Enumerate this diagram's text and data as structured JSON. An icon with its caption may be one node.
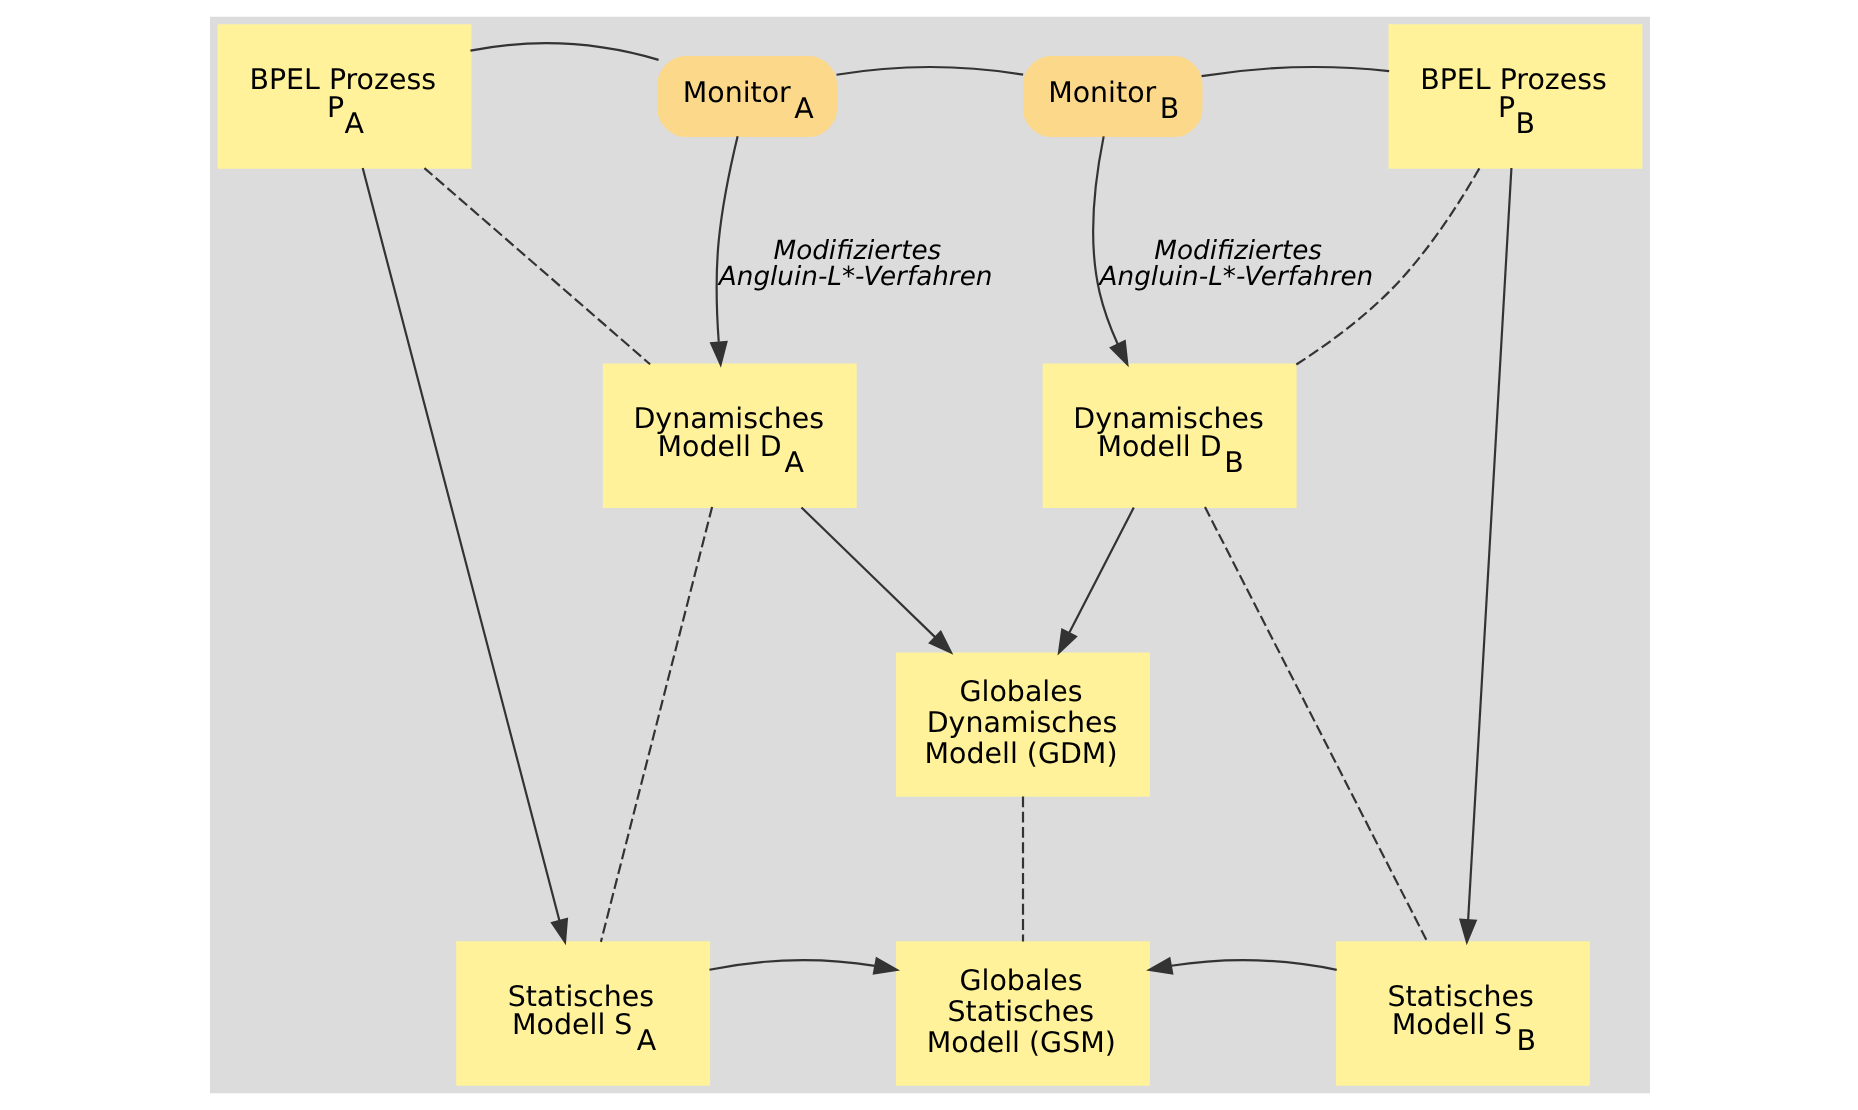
{
  "diagram": {
    "nodes": [
      {
        "text": [
          "BPEL Prozess P$_{A}$"
        ]
      },
      {
        "text": [
          "Monitor$_{A}$"
        ]
      },
      {
        "text": [
          "Monitor$_{B}$"
        ]
      },
      {
        "text": [
          "BPEL Prozess P$_{B}$"
        ]
      },
      {
        "text": [
          "Dynamisches Modell D$_{A}$"
        ]
      },
      {
        "text": [
          "Dynamisches Modell D$_{B}$"
        ]
      },
      {
        "text": [
          "Globales Dynamisches Modell (GDM)"
        ]
      },
      {
        "text": [
          "Statisches Modell S$_{A}$"
        ]
      },
      {
        "text": [
          "Globales Statisches Modell (GSM)"
        ]
      },
      {
        "text": [
          "Statisches Modell S$_{B}$"
        ]
      }
    ],
    "edges": [
      {
        "from": 0,
        "to": 1,
        "arrow": "none"
      },
      {
        "from": 1,
        "to": 2,
        "arrow": "none"
      },
      {
        "from": 2,
        "to": 3,
        "arrow": "none"
      },
      {
        "from": 1,
        "to": 4,
        "arrow": "to",
        "label": "Modifiziertes Angluin-L*-Verfahren"
      },
      {
        "from": 2,
        "to": 5,
        "arrow": "to",
        "label": "Modifiziertes Angluin-L*-Verfahren"
      },
      {
        "from": 0,
        "to": 4,
        "arrow": "none",
        "style": "dashed"
      },
      {
        "from": 3,
        "to": 5,
        "arrow": "none",
        "style": "dashed"
      },
      {
        "from": 0,
        "to": 7,
        "arrow": "to"
      },
      {
        "from": 3,
        "to": 9,
        "arrow": "to"
      },
      {
        "from": 4,
        "to": 6,
        "arrow": "to"
      },
      {
        "from": 5,
        "to": 6,
        "arrow": "to"
      },
      {
        "from": 4,
        "to": 7,
        "arrow": "none",
        "style": "dashed"
      },
      {
        "from": 5,
        "to": 9,
        "arrow": "none",
        "style": "dashed"
      },
      {
        "from": 6,
        "to": 8,
        "arrow": "none",
        "style": "dashed"
      },
      {
        "from": 7,
        "to": 8,
        "arrow": "to"
      },
      {
        "from": 9,
        "to": 8,
        "arrow": "to"
      }
    ]
  }
}
